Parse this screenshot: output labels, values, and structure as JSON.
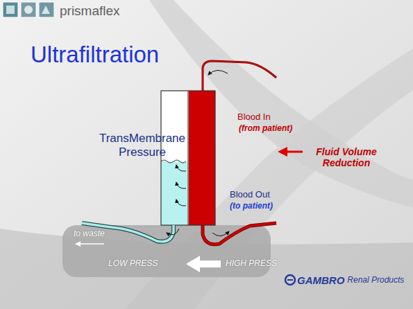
{
  "diagram": {
    "title": "Ultrafiltration",
    "labels": [
      "prismaflex",
      "TransMembrane Pressure",
      "Blood In",
      "(from patient)",
      "Fluid Volume Reduction",
      "Blood Out",
      "(to patient)",
      "to waste",
      "LOW PRESS",
      "HIGH PRESS",
      "GAMBRO",
      "Renal Products"
    ]
  }
}
